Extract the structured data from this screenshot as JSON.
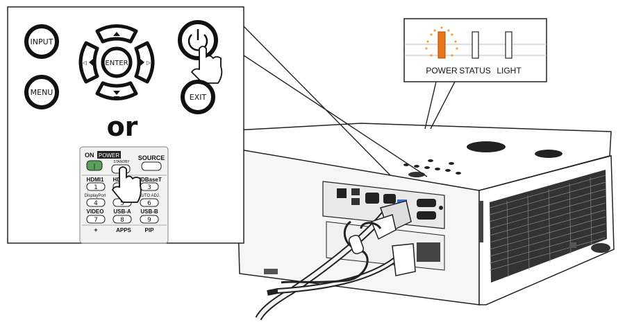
{
  "panel": {
    "buttons": {
      "input": "INPUT",
      "menu": "MENU",
      "enter": "ENTER",
      "exit": "EXIT"
    },
    "separator": "or"
  },
  "remote": {
    "on_label": "ON",
    "power_label": "POWER",
    "standby_label": "STANDBY",
    "source_label": "SOURCE",
    "keys": [
      {
        "top": "HDMI1",
        "num": "1"
      },
      {
        "top": "HDMI2",
        "num": "2"
      },
      {
        "top": "HDBaseT",
        "num": "3"
      },
      {
        "top": "DisplayPort",
        "num": "4"
      },
      {
        "top": "",
        "num": "5"
      },
      {
        "top": "AUTO ADJ.",
        "num": "6"
      },
      {
        "top": "VIDEO",
        "num": "7"
      },
      {
        "top": "USB-A",
        "num": "8"
      },
      {
        "top": "USB-B",
        "num": "9"
      }
    ],
    "bottom_labels": [
      "+",
      "APPS",
      "PIP"
    ]
  },
  "indicators": {
    "labels": [
      "POWER",
      "STATUS",
      "LIGHT"
    ],
    "active_color": "#e8751a"
  }
}
